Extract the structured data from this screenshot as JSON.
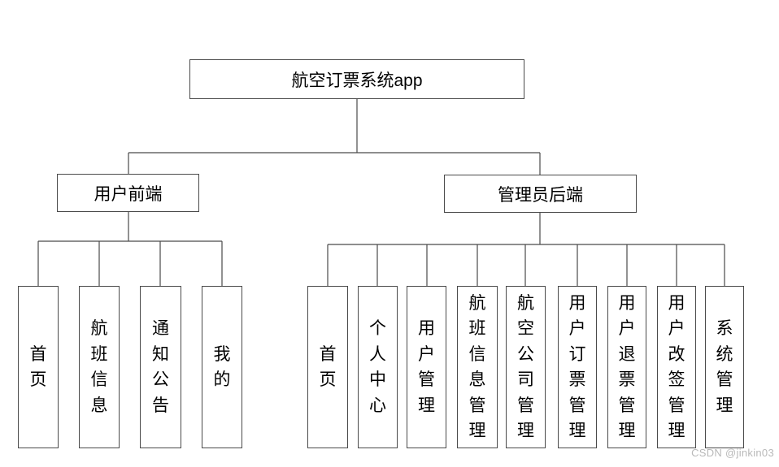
{
  "diagram": {
    "root": {
      "label": "航空订票系统app"
    },
    "branches": [
      {
        "label": "用户前端",
        "children": [
          {
            "label": "首页"
          },
          {
            "label": "航班信息"
          },
          {
            "label": "通知公告"
          },
          {
            "label": "我的"
          }
        ]
      },
      {
        "label": "管理员后端",
        "children": [
          {
            "label": "首页"
          },
          {
            "label": "个人中心"
          },
          {
            "label": "用户管理"
          },
          {
            "label": "航班信息管理"
          },
          {
            "label": "航空公司管理"
          },
          {
            "label": "用户订票管理"
          },
          {
            "label": "用户退票管理"
          },
          {
            "label": "用户改签管理"
          },
          {
            "label": "系统管理"
          }
        ]
      }
    ]
  },
  "watermark": {
    "text": "CSDN @jinkin03"
  },
  "colors": {
    "line": "#4a4a4a",
    "box_border": "#4a4a4a",
    "text": "#000000",
    "background": "#ffffff",
    "watermark_text": "#b9b9b9"
  }
}
